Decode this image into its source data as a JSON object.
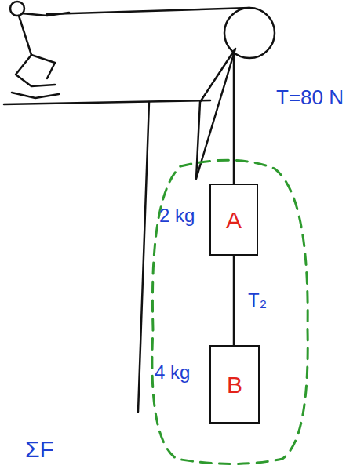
{
  "diagram": {
    "nodes": [
      {
        "text": [
          "A"
        ]
      },
      {
        "text": [
          "B"
        ]
      }
    ],
    "edges": [
      {
        "from": 0,
        "to": 1,
        "arrow": "none",
        "label": "T₂"
      }
    ],
    "labels": [
      "T=80 N",
      "2 kg",
      "4 kg",
      "ΣF"
    ]
  }
}
